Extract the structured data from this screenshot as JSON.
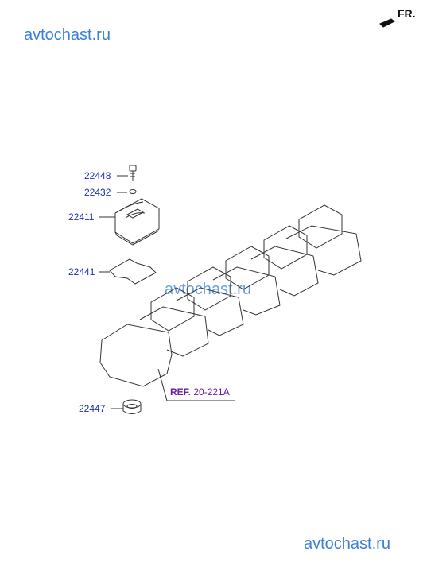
{
  "watermarks": {
    "top": "avtochast.ru",
    "middle": "avtochast.ru",
    "bottom": "avtochast.ru"
  },
  "orientation": {
    "label": "FR."
  },
  "parts": [
    {
      "id": "22448"
    },
    {
      "id": "22432"
    },
    {
      "id": "22411"
    },
    {
      "id": "22441"
    },
    {
      "id": "22447"
    }
  ],
  "reference": {
    "prefix": "REF.",
    "code": "20-221A"
  },
  "colors": {
    "watermark": "#3a7fd6",
    "part_label": "#1a2fb0",
    "reference": "#6a1fa0",
    "line": "#333333"
  }
}
